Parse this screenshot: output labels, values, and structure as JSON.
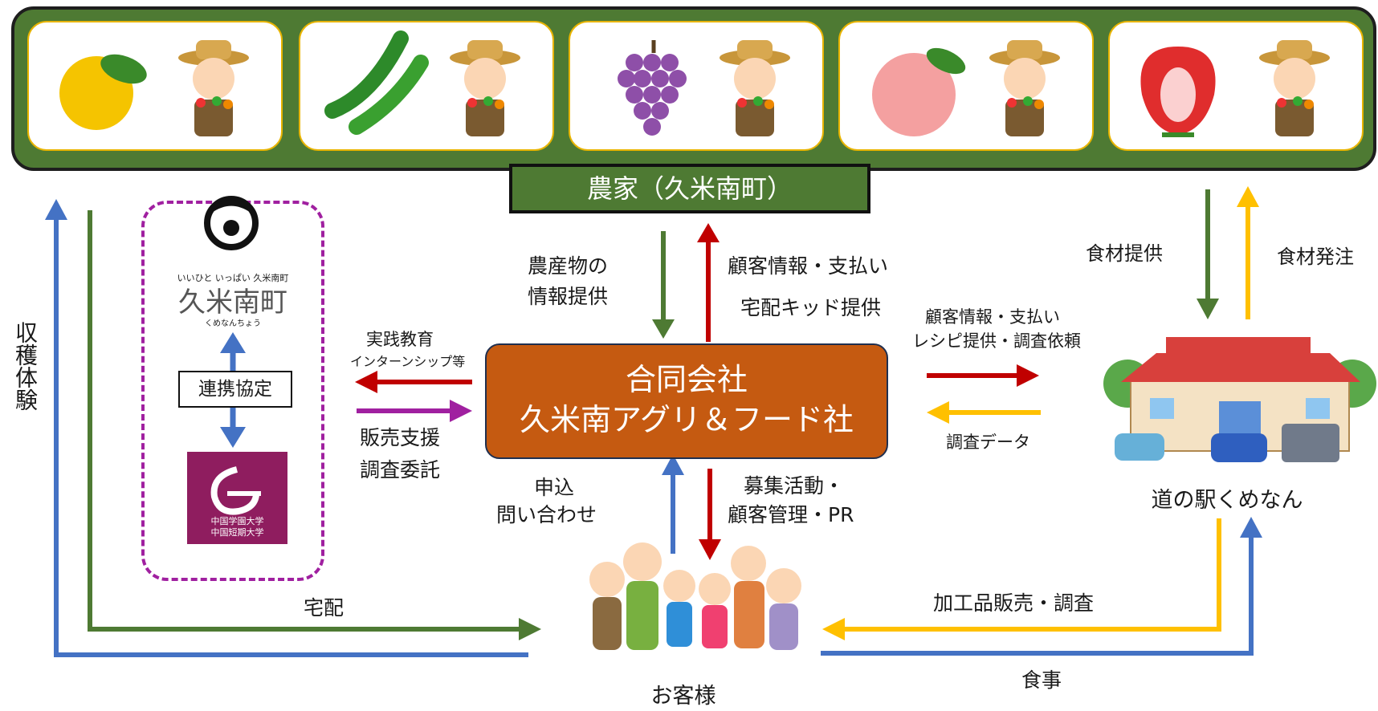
{
  "farm": {
    "title": "農家（久米南町）",
    "cards": [
      {
        "produce": "yuzu-icon",
        "farmer": "farmer-icon"
      },
      {
        "produce": "cucumber-icon",
        "farmer": "farmer-icon"
      },
      {
        "produce": "grape-icon",
        "farmer": "farmer-icon"
      },
      {
        "produce": "peach-icon",
        "farmer": "farmer-icon"
      },
      {
        "produce": "strawberry-icon",
        "farmer": "farmer-icon"
      }
    ]
  },
  "company": {
    "line1": "合同会社",
    "line2": "久米南アグリ＆フード社"
  },
  "town": {
    "tagline": "いいひと いっぱい 久米南町",
    "name": "久米南町",
    "reading": "くめなんちょう"
  },
  "pact": "連携協定",
  "university": {
    "line1": "中国学園大学",
    "line2": "中国短期大学"
  },
  "station": {
    "label": "道の駅くめなん"
  },
  "customers": {
    "label": "お客様"
  },
  "labels": {
    "produce_info_1": "農産物の",
    "produce_info_2": "情報提供",
    "customer_payment": "顧客情報・支払い",
    "delivery_kit": "宅配キッド提供",
    "practice_1": "実践教育",
    "practice_2": "インターンシップ等",
    "sales_support_1": "販売支援",
    "sales_support_2": "調査委託",
    "station_out_1": "顧客情報・支払い",
    "station_out_2": "レシピ提供・調査依頼",
    "survey_data": "調査データ",
    "ingredient_supply": "食材提供",
    "ingredient_order": "食材発注",
    "apply_1": "申込",
    "apply_2": "問い合わせ",
    "recruit_1": "募集活動・",
    "recruit_2": "顧客管理・PR",
    "harvest": "収穫体験",
    "home_delivery": "宅配",
    "processed_sales": "加工品販売・調査",
    "meals": "食事"
  },
  "colors": {
    "green": "#4e7a33",
    "red": "#c00000",
    "blue": "#4472c4",
    "yellow": "#ffc000",
    "purple": "#a020a0",
    "orange": "#c55a11"
  }
}
